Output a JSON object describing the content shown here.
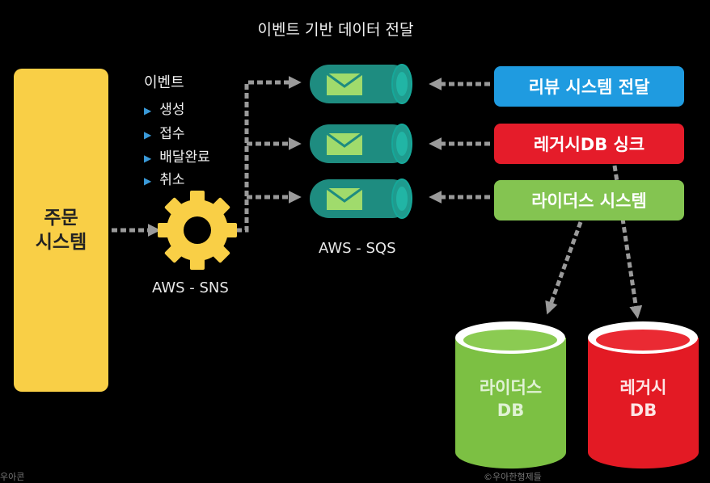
{
  "title": "이벤트 기반 데이터 전달",
  "order_system": {
    "line1": "주문",
    "line2": "시스템"
  },
  "events": {
    "title": "이벤트",
    "items": [
      "생성",
      "접수",
      "배달완료",
      "취소"
    ]
  },
  "sns": {
    "label": "AWS - SNS",
    "icon": "gear-icon"
  },
  "sqs": {
    "label": "AWS - SQS",
    "icon": "envelope-icon"
  },
  "systems": {
    "review": "리뷰 시스템 전달",
    "legacy": "레거시DB 싱크",
    "rider": "라이더스 시스템"
  },
  "databases": {
    "rider": {
      "line1": "라이더스",
      "line2": "DB"
    },
    "legacy": {
      "line1": "레거시",
      "line2": "DB"
    }
  },
  "footer": {
    "left": "우아콘",
    "right": "©우아한형제들"
  },
  "colors": {
    "order": "#f9cf46",
    "gear": "#f9cf46",
    "queue": "#1e8c80",
    "review": "#1f9be0",
    "legacy": "#e51c2a",
    "rider": "#84c451",
    "arrow": "#9a9a9a"
  }
}
